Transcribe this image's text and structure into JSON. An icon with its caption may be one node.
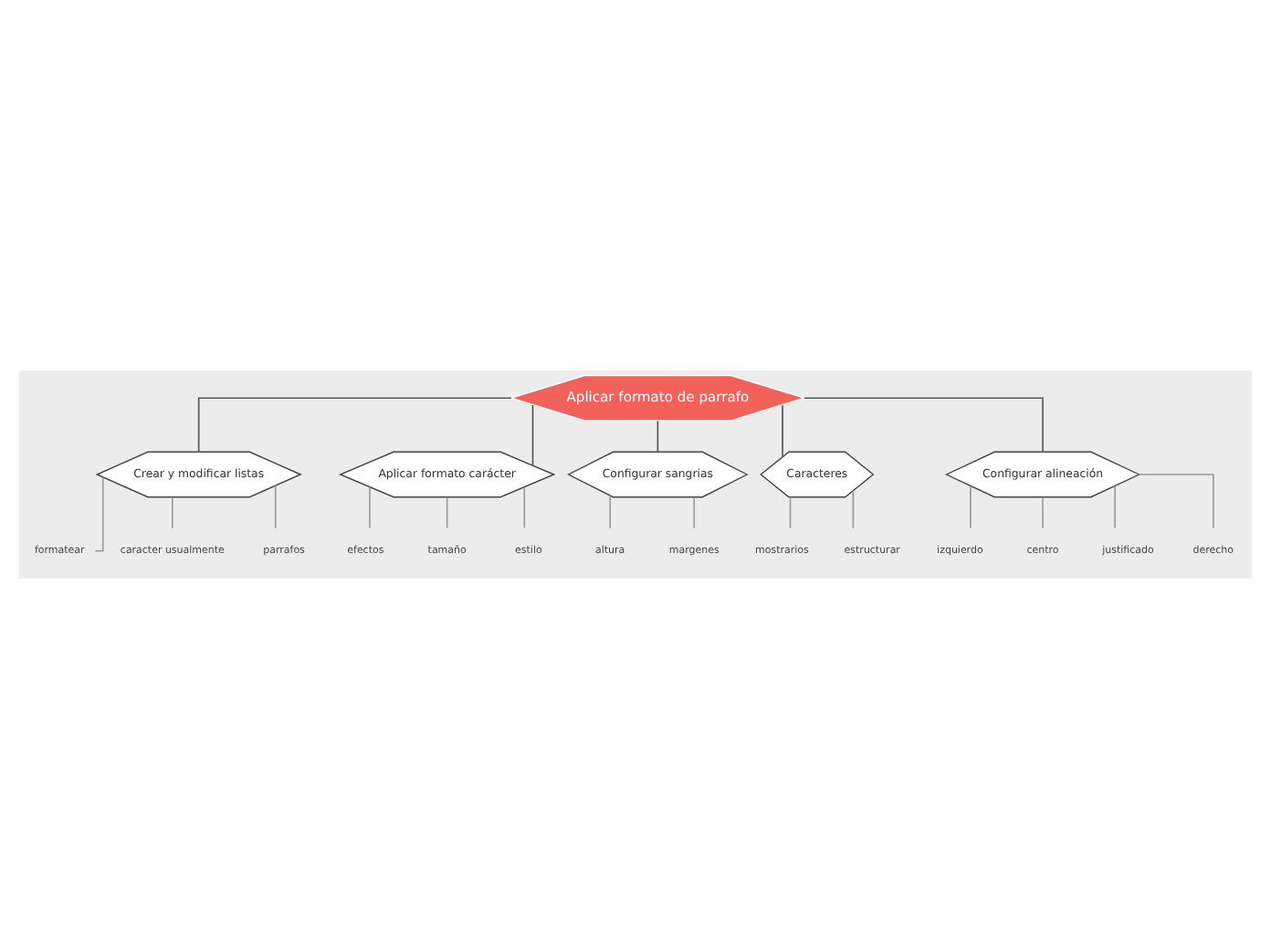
{
  "diagram": {
    "nodes": [
      {
        "text": [
          "Aplicar formato de parrafo"
        ]
      },
      {
        "text": [
          "Crear y modificar listas"
        ]
      },
      {
        "text": [
          "formatear"
        ]
      },
      {
        "text": [
          "caracter usualmente"
        ]
      },
      {
        "text": [
          "parrafos"
        ]
      },
      {
        "text": [
          "Aplicar formato carácter"
        ]
      },
      {
        "text": [
          "efectos"
        ]
      },
      {
        "text": [
          "tamaño"
        ]
      },
      {
        "text": [
          "estilo"
        ]
      },
      {
        "text": [
          "Configurar sangrias"
        ]
      },
      {
        "text": [
          "altura"
        ]
      },
      {
        "text": [
          "margenes"
        ]
      },
      {
        "text": [
          "Caracteres"
        ]
      },
      {
        "text": [
          "mostrarios"
        ]
      },
      {
        "text": [
          "estructurar"
        ]
      },
      {
        "text": [
          "Configurar alineación"
        ]
      },
      {
        "text": [
          "izquierdo"
        ]
      },
      {
        "text": [
          "centro"
        ]
      },
      {
        "text": [
          "justificado"
        ]
      },
      {
        "text": [
          "derecho"
        ]
      }
    ],
    "edges": [
      {
        "from": 0,
        "to": 1,
        "arrow": "none"
      },
      {
        "from": 1,
        "to": 2,
        "arrow": "none",
        "color": "#999999"
      },
      {
        "from": 1,
        "to": 3,
        "arrow": "none",
        "color": "#999999"
      },
      {
        "from": 1,
        "to": 4,
        "arrow": "none",
        "color": "#999999"
      },
      {
        "from": 0,
        "to": 5,
        "arrow": "none"
      },
      {
        "from": 5,
        "to": 6,
        "arrow": "none",
        "color": "#999999"
      },
      {
        "from": 5,
        "to": 7,
        "arrow": "none",
        "color": "#999999"
      },
      {
        "from": 5,
        "to": 8,
        "arrow": "none",
        "color": "#999999"
      },
      {
        "from": 0,
        "to": 9,
        "arrow": "none"
      },
      {
        "from": 9,
        "to": 10,
        "arrow": "none",
        "color": "#999999"
      },
      {
        "from": 9,
        "to": 11,
        "arrow": "none",
        "color": "#999999"
      },
      {
        "from": 0,
        "to": 12,
        "arrow": "none"
      },
      {
        "from": 12,
        "to": 13,
        "arrow": "none",
        "color": "#999999"
      },
      {
        "from": 12,
        "to": 14,
        "arrow": "none",
        "color": "#999999"
      },
      {
        "from": 0,
        "to": 15,
        "arrow": "none"
      },
      {
        "from": 15,
        "to": 16,
        "arrow": "none",
        "color": "#999999"
      },
      {
        "from": 15,
        "to": 17,
        "arrow": "none",
        "color": "#999999"
      },
      {
        "from": 15,
        "to": 18,
        "arrow": "none",
        "color": "#999999"
      },
      {
        "from": 15,
        "to": 19,
        "arrow": "none",
        "color": "#999999"
      }
    ]
  }
}
